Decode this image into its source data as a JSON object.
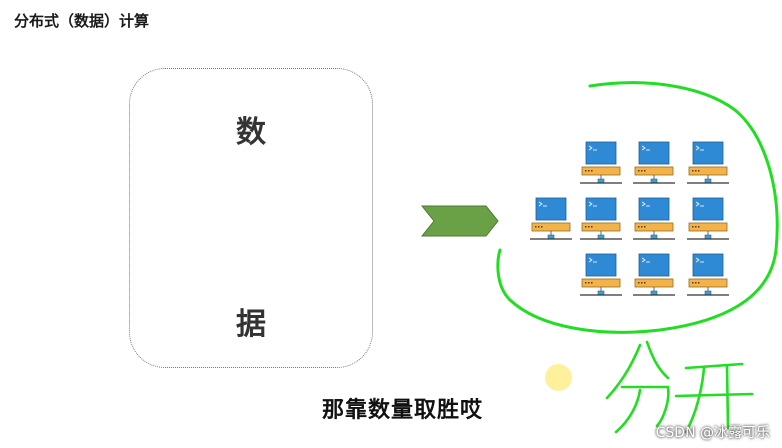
{
  "slide": {
    "title": "分布式（数据）计算",
    "data_box": {
      "char_top": "数",
      "char_bottom": "据"
    },
    "subtitle": "那靠数量取胜哎"
  },
  "annotation": {
    "handwritten_text": "分开"
  },
  "watermark": "CSDN @冰露可乐",
  "colors": {
    "arrow": "#6aa046",
    "monitor": "#2f8ad6",
    "server": "#f3b24a",
    "ink": "#22dd22",
    "cursor": "#fff09a"
  },
  "network": {
    "icon": "computer-icon",
    "rows": [
      3,
      4,
      3
    ]
  }
}
